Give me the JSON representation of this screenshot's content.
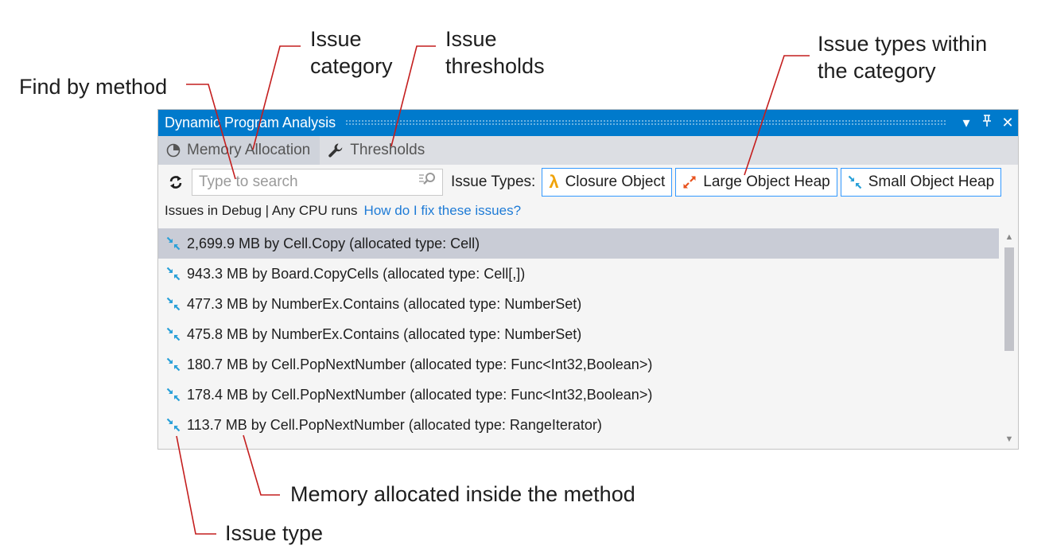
{
  "callouts": {
    "find_by_method": "Find by method",
    "issue_category": [
      "Issue",
      "category"
    ],
    "issue_thresholds": [
      "Issue",
      "thresholds"
    ],
    "issue_types_within": [
      "Issue types within",
      "the category"
    ],
    "memory_allocated": "Memory allocated inside the method",
    "issue_type": "Issue type"
  },
  "window": {
    "title": "Dynamic Program Analysis",
    "buttons": {
      "dropdown": "▾",
      "pin": "⊥",
      "close": "✕"
    }
  },
  "tabs": [
    {
      "label": "Memory Allocation",
      "icon": "pie-chart-icon",
      "active": true
    },
    {
      "label": "Thresholds",
      "icon": "wrench-icon",
      "active": false
    }
  ],
  "toolbar": {
    "search_placeholder": "Type to search",
    "issue_types_label": "Issue Types:",
    "types": [
      {
        "label": "Closure Object",
        "icon": "lambda-icon"
      },
      {
        "label": "Large Object Heap",
        "icon": "expand-arrows-icon"
      },
      {
        "label": "Small Object Heap",
        "icon": "collapse-arrows-icon"
      }
    ]
  },
  "info": {
    "runs_text": "Issues in Debug | Any CPU runs",
    "help_link": "How do I fix these issues?"
  },
  "issues": [
    {
      "text": "2,699.9 MB by Cell.Copy (allocated type: Cell)",
      "selected": true
    },
    {
      "text": "943.3 MB by Board.CopyCells (allocated type: Cell[,])"
    },
    {
      "text": "477.3 MB by NumberEx.Contains (allocated type: NumberSet)"
    },
    {
      "text": "475.8 MB by NumberEx.Contains (allocated type: NumberSet)"
    },
    {
      "text": "180.7 MB by Cell.PopNextNumber (allocated type: Func<Int32,Boolean>)"
    },
    {
      "text": "178.4 MB by Cell.PopNextNumber (allocated type: Func<Int32,Boolean>)"
    },
    {
      "text": "113.7 MB by Cell.PopNextNumber (allocated type: RangeIterator)"
    }
  ],
  "colors": {
    "titlebar": "#007acc",
    "accent_border": "#3399ff",
    "link": "#1e7bd6",
    "callout_line": "#c41e1e",
    "small_heap_icon": "#29a0d8",
    "large_heap_icon": "#e8531f",
    "closure_icon": "#f0a30a"
  }
}
